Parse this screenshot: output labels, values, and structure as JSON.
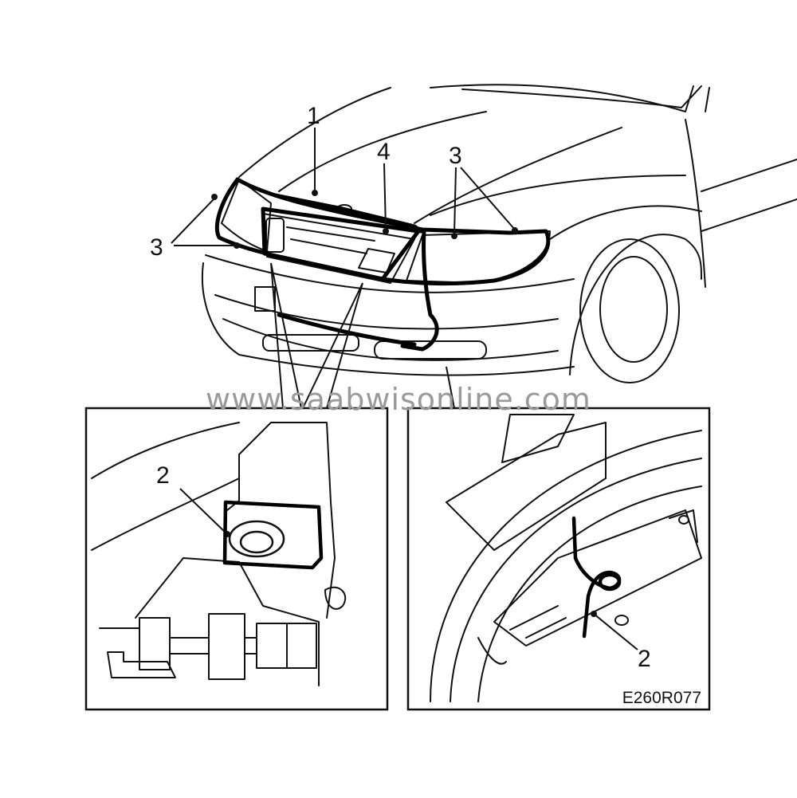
{
  "callouts": {
    "hood_seal_top": "1",
    "lower_clip_left": "2",
    "lower_clip_right": "2",
    "headlamp_right": "3",
    "headlamp_left": "3",
    "grille_seal": "4"
  },
  "watermark": "www.saabwisonline.com",
  "figure_code": "E260R077"
}
